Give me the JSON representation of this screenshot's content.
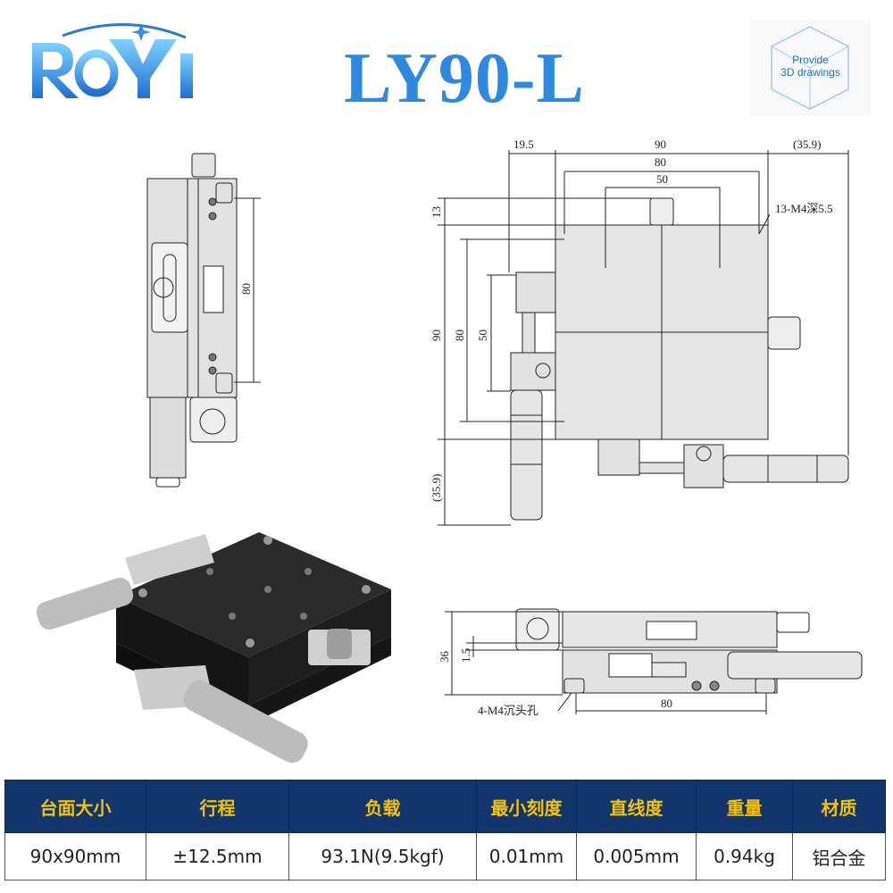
{
  "header": {
    "model": "LY90-L",
    "badge_line1": "Provide",
    "badge_line2": "3D drawings"
  },
  "colors": {
    "brand_blue": "#2f89df",
    "header_bg": "#12356c",
    "header_text": "#f2c20a"
  },
  "dimensions": {
    "side_80": "80",
    "top_19_5": "19.5",
    "top_90": "90",
    "top_35_9": "(35.9)",
    "top_80": "80",
    "top_50": "50",
    "thread_note": "13-M4深5.5",
    "left_13": "13",
    "left_90": "90",
    "left_80": "80",
    "left_50": "50",
    "left_35_9": "(35.9)",
    "front_36": "36",
    "front_1_5": "1.5",
    "front_80": "80",
    "hole_note": "4-M4沉头孔"
  },
  "specs": {
    "headers": [
      "台面大小",
      "行程",
      "负载",
      "最小刻度",
      "直线度",
      "重量",
      "材质"
    ],
    "values": [
      "90x90mm",
      "±12.5mm",
      "93.1N(9.5kgf)",
      "0.01mm",
      "0.005mm",
      "0.94kg",
      "铝合金"
    ]
  }
}
